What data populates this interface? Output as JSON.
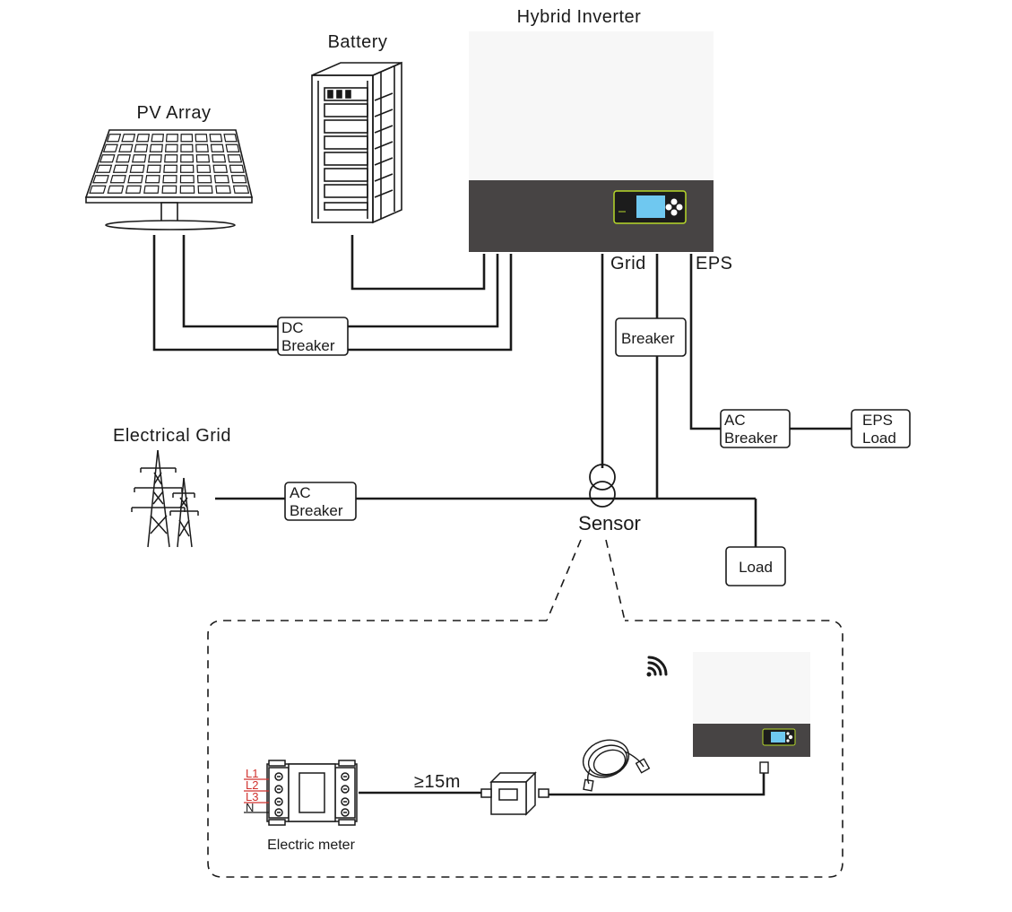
{
  "labels": {
    "hybrid_inverter": "Hybrid Inverter",
    "battery": "Battery",
    "pv_array": "PV Array",
    "electrical_grid": "Electrical Grid",
    "grid_port": "Grid",
    "eps_port": "EPS",
    "sensor": "Sensor",
    "load": "Load",
    "electric_meter": "Electric meter",
    "distance": "≥15m"
  },
  "boxes": {
    "dc_breaker": [
      "DC",
      "Breaker"
    ],
    "breaker": "Breaker",
    "ac_breaker_eps": [
      "AC",
      "Breaker"
    ],
    "eps_load": [
      "EPS",
      "Load"
    ],
    "ac_breaker_grid": [
      "AC",
      "Breaker"
    ]
  },
  "meter_terminals": [
    "L1",
    "L2",
    "L3",
    "N"
  ],
  "colors": {
    "line": "#1a1a1a",
    "inverter_body": "#f7f7f7",
    "inverter_panel": "#474444",
    "display_screen": "#6fc8f0",
    "display_frame": "#b6d82a",
    "terminal_label": "#d0312d"
  },
  "icons": [
    "solar-panel-icon",
    "battery-rack-icon",
    "inverter-icon",
    "transmission-tower-icon",
    "wifi-signal-icon",
    "rj45-connector-icon",
    "coiled-cable-icon",
    "electric-meter-icon"
  ]
}
